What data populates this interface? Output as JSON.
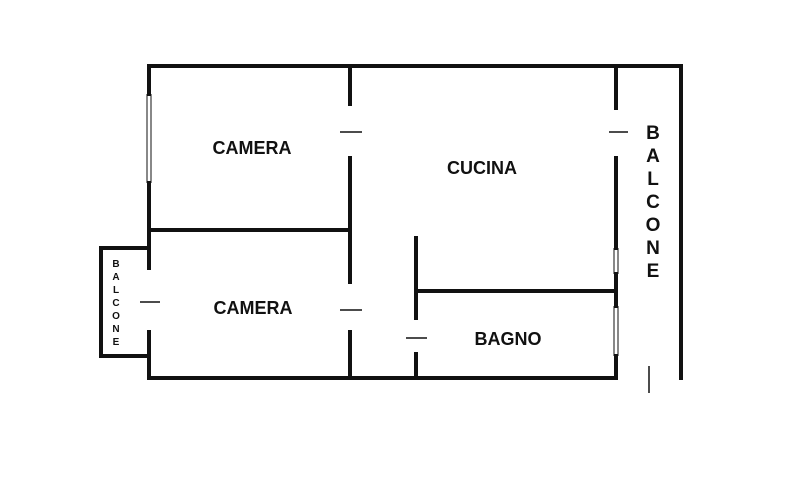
{
  "rooms": {
    "camera_top": "CAMERA",
    "camera_bottom": "CAMERA",
    "cucina": "CUCINA",
    "bagno": "BAGNO"
  },
  "balconies": {
    "right": "BALCONE",
    "left": "BALCONE"
  },
  "colors": {
    "wall": "#111111",
    "background": "#ffffff"
  }
}
